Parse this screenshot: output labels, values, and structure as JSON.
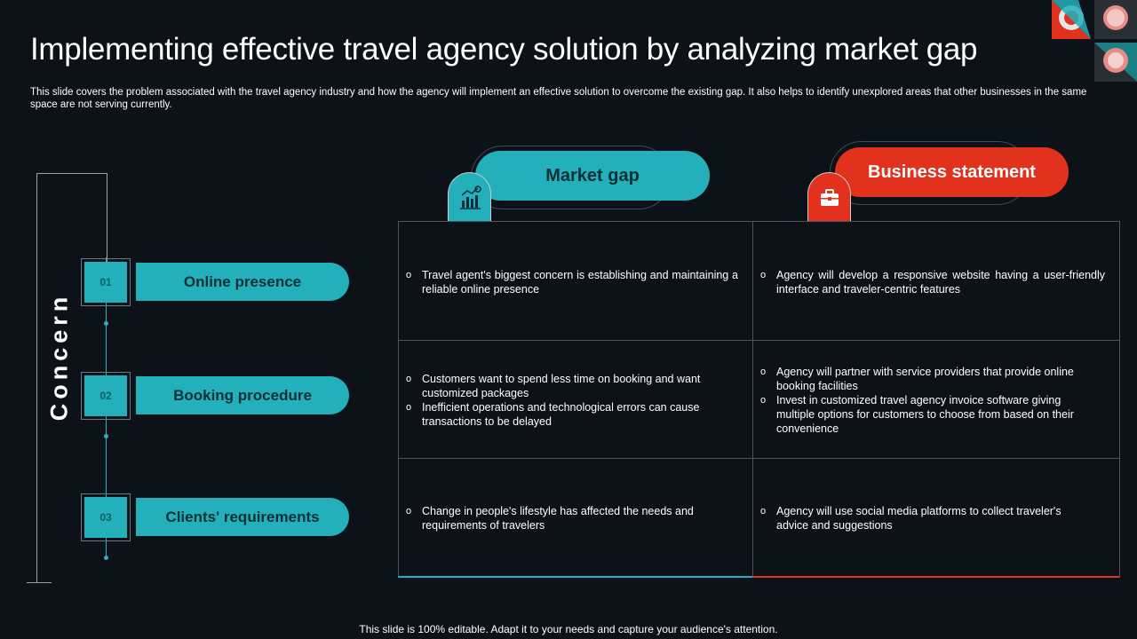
{
  "slide": {
    "title": "Implementing effective travel agency solution by analyzing market gap",
    "subtitle": "This slide covers the problem associated with the travel agency industry and how the agency will implement an effective solution to overcome the existing gap. It also helps to identify unexplored areas that other businesses in the same space are not serving currently.",
    "footer": "This slide is 100% editable. Adapt it to your needs and capture your audience's attention."
  },
  "concern": {
    "label": "Concern",
    "items": [
      {
        "number": "01",
        "label": "Online presence"
      },
      {
        "number": "02",
        "label": "Booking procedure"
      },
      {
        "number": "03",
        "label": "Clients' requirements"
      }
    ]
  },
  "columns": {
    "market_gap": {
      "label": "Market gap",
      "icon": "bar-chart-icon"
    },
    "business_statement": {
      "label": "Business statement",
      "icon": "briefcase-icon"
    }
  },
  "rows": [
    {
      "market_gap": [
        "Travel  agent's biggest concern is establishing and maintaining a reliable online presence"
      ],
      "business_statement": [
        "Agency will develop  a responsive  website having  a user-friendly interface and traveler-centric  features"
      ]
    },
    {
      "market_gap": [
        "Customers want to spend less time on booking and want customized packages",
        "Inefficient operations and technological errors can cause transactions to be delayed"
      ],
      "business_statement": [
        "Agency will partner with service providers  that provide  online booking facilities",
        "Invest  in customized travel agency invoice software giving multiple options for customers to choose from based on their convenience"
      ]
    },
    {
      "market_gap": [
        "Change  in people's lifestyle has affected the needs and requirements of travelers"
      ],
      "business_statement": [
        "Agency will use social media platforms to collect traveler's advice  and suggestions"
      ]
    }
  ],
  "colors": {
    "teal": "#23b0ba",
    "red": "#e2311d",
    "background": "#0c1218"
  }
}
